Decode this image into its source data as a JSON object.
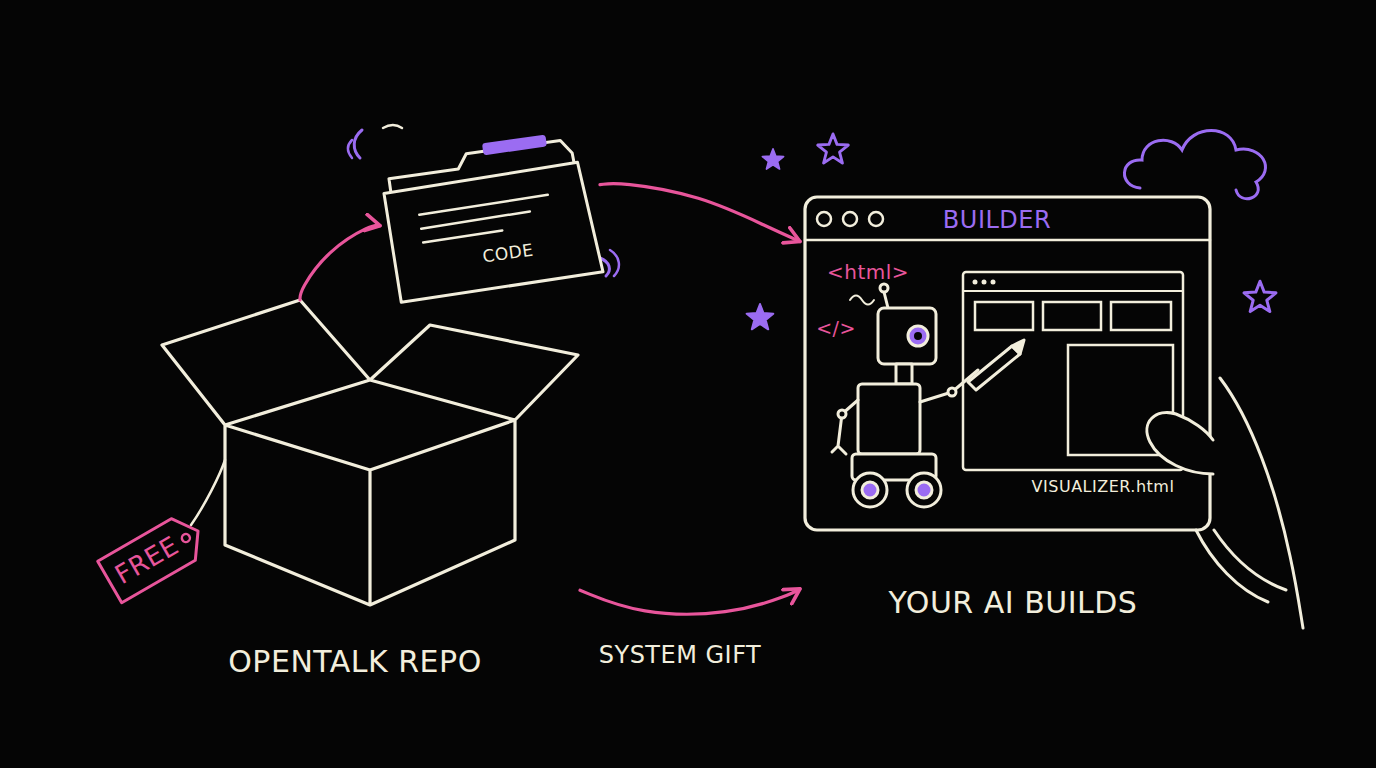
{
  "diagram": {
    "nodes": [
      {
        "text": [
          "OPENTALK REPO"
        ]
      },
      {
        "text": [
          "FREE"
        ]
      },
      {
        "text": [
          "CODE"
        ]
      },
      {
        "text": [
          "BUILDER",
          "YOUR AI BUILDS"
        ]
      }
    ],
    "edges": [
      {
        "from": 0,
        "to": 2,
        "arrow": "to"
      },
      {
        "from": 2,
        "to": 3,
        "arrow": "to"
      },
      {
        "from": 0,
        "to": 3,
        "label": "SYSTEM GIFT",
        "arrow": "to"
      }
    ],
    "labels": [
      "<html>",
      "</>",
      "VISUALIZER.html"
    ]
  }
}
